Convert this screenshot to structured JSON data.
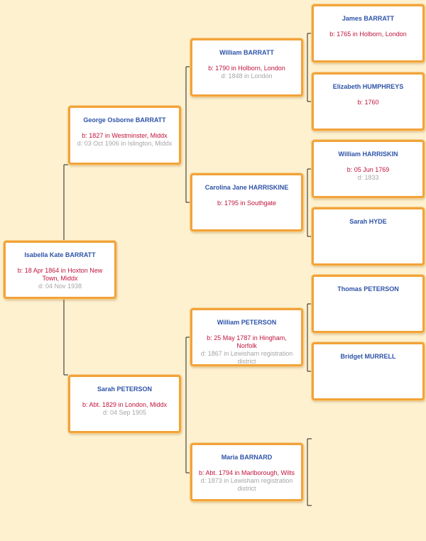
{
  "colors": {
    "background": "#fdf1d0",
    "card_border": "#f2a33a",
    "name": "#2e53a8",
    "birth": "#c0143c",
    "death": "#a6a6a6",
    "connector": "#222222"
  },
  "people": {
    "root": {
      "name": "Isabella Kate BARRATT",
      "birth": "b: 18 Apr 1864 in Hoxton New Town, Middx",
      "death": "d: 04 Nov 1938"
    },
    "father": {
      "name": "George Osborne BARRATT",
      "birth": "b: 1827 in Westminster, Middx",
      "death": "d: 03 Oct 1906 in Islington, Middx"
    },
    "mother": {
      "name": "Sarah PETERSON",
      "birth": "b: Abt. 1829 in London, Middx",
      "death": "d: 04 Sep 1905"
    },
    "pat_grandfather": {
      "name": "William BARRATT",
      "birth": "b: 1790 in Holborn, London",
      "death": "d: 1848 in London"
    },
    "pat_grandmother": {
      "name": "Carolina Jane HARRISKINE",
      "birth": "b: 1795 in Southgate",
      "death": ""
    },
    "mat_grandfather": {
      "name": "William PETERSON",
      "birth": "b: 25 May 1787 in Hingham, Norfolk",
      "death": "d: 1867 in Lewisham registration district"
    },
    "mat_grandmother": {
      "name": "Maria BARNARD",
      "birth": "b: Abt. 1794 in Marlborough, Wilts",
      "death": "d: 1873 in Lewisham registration district"
    },
    "gg1": {
      "name": "James BARRATT",
      "birth": "b: 1765 in Holborn, London",
      "death": ""
    },
    "gg2": {
      "name": "Elizabeth HUMPHREYS",
      "birth": "b: 1760",
      "death": ""
    },
    "gg3": {
      "name": "William HARRISKIN",
      "birth": "b: 05 Jun 1769",
      "death": "d: 1833"
    },
    "gg4": {
      "name": "Sarah HYDE",
      "birth": "",
      "death": ""
    },
    "gg5": {
      "name": "Thomas PETERSON",
      "birth": "",
      "death": ""
    },
    "gg6": {
      "name": "Bridget MURRELL",
      "birth": "",
      "death": ""
    }
  }
}
